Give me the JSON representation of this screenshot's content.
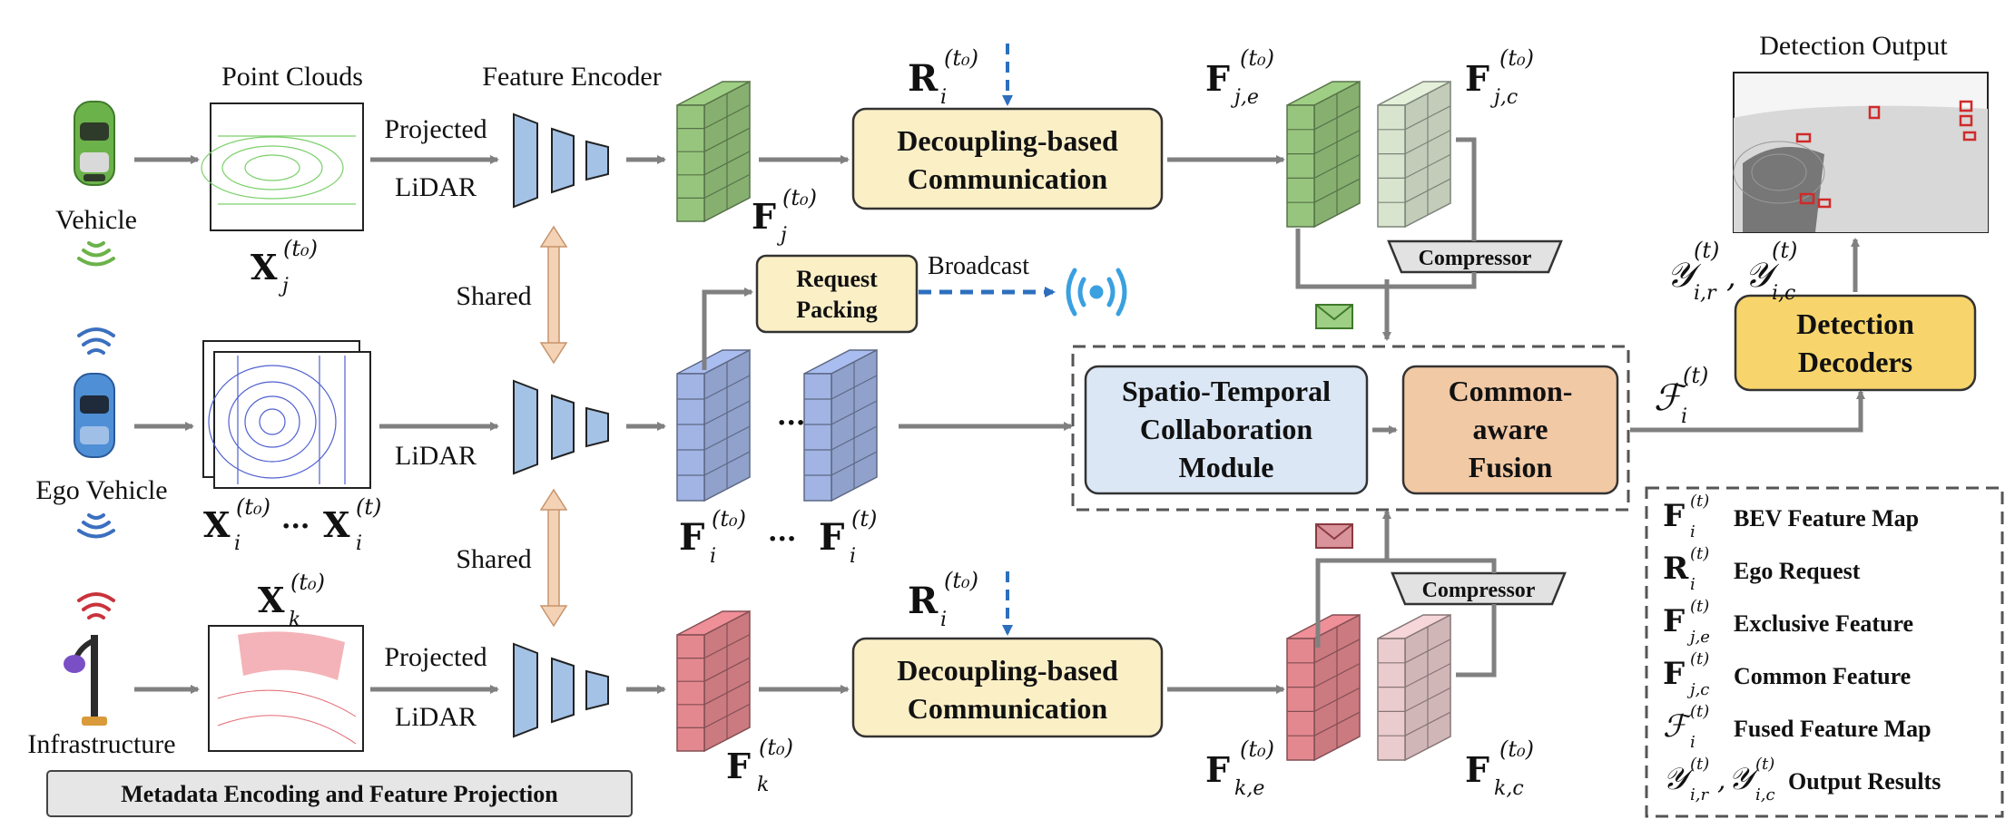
{
  "agents": {
    "vehicle": "Vehicle",
    "ego": "Ego Vehicle",
    "infra": "Infrastructure"
  },
  "headers": {
    "point_clouds": "Point Clouds",
    "feature_encoder": "Feature Encoder",
    "detection_output": "Detection Output"
  },
  "io_labels": {
    "projected_top": "Projected",
    "lidar_top": "LiDAR",
    "lidar_mid": "LiDAR",
    "projected_bot": "Projected",
    "lidar_bot": "LiDAR",
    "shared_top": "Shared",
    "shared_bot": "Shared",
    "broadcast": "Broadcast",
    "ellipsis_mid": "···"
  },
  "symbols": {
    "x_j": "X",
    "x_j_sub": "j",
    "x_j_sup": "(t₀)",
    "x_i_a": "X",
    "x_i_a_sub": "i",
    "x_i_a_sup": "(t₀)",
    "x_i_dots": "···",
    "x_i_b": "X",
    "x_i_b_sub": "i",
    "x_i_b_sup": "(t)",
    "x_k": "X",
    "x_k_sub": "k",
    "x_k_sup": "(t₀)",
    "f_j": "F",
    "f_j_sub": "j",
    "f_j_sup": "(t₀)",
    "f_i_a": "F",
    "f_i_a_sub": "i",
    "f_i_a_sup": "(t₀)",
    "f_i_dots": "···",
    "f_i_b": "F",
    "f_i_b_sub": "i",
    "f_i_b_sup": "(t)",
    "f_k": "F",
    "f_k_sub": "k",
    "f_k_sup": "(t₀)",
    "r_top": "R",
    "r_top_sub": "i",
    "r_top_sup": "(t₀)",
    "r_bot": "R",
    "r_bot_sub": "i",
    "r_bot_sup": "(t₀)",
    "f_je": "F",
    "f_je_sub": "j,e",
    "f_je_sup": "(t₀)",
    "f_jc": "F",
    "f_jc_sub": "j,c",
    "f_jc_sup": "(t₀)",
    "f_ke": "F",
    "f_ke_sub": "k,e",
    "f_ke_sup": "(t₀)",
    "f_kc": "F",
    "f_kc_sub": "k,c",
    "f_kc_sup": "(t₀)",
    "y_out": "𝒴",
    "y_out_sub1": "i,r",
    "y_out_sup": "(t)",
    "y_out_sep": ",",
    "y_out2": "𝒴",
    "y_out_sub2": "i,c",
    "y_out_sup2": "(t)",
    "fused": "ℱ",
    "fused_sub": "i",
    "fused_sup": "(t)"
  },
  "modules": {
    "decoupling_top_l1": "Decoupling-based",
    "decoupling_top_l2": "Communication",
    "decoupling_bot_l1": "Decoupling-based",
    "decoupling_bot_l2": "Communication",
    "request_l1": "Request",
    "request_l2": "Packing",
    "compressor_top": "Compressor",
    "compressor_bot": "Compressor",
    "stcm_l1": "Spatio-Temporal",
    "stcm_l2": "Collaboration",
    "stcm_l3": "Module",
    "fusion_l1": "Common-",
    "fusion_l2": "aware",
    "fusion_l3": "Fusion",
    "decoder_l1": "Detection",
    "decoder_l2": "Decoders",
    "metadata": "Metadata Encoding and Feature Projection"
  },
  "legend": [
    {
      "sym": "F",
      "sub": "i",
      "sup": "(t)",
      "text": "BEV Feature Map"
    },
    {
      "sym": "R",
      "sub": "i",
      "sup": "(t)",
      "text": "Ego Request"
    },
    {
      "sym": "F",
      "sub": "j,e",
      "sup": "(t)",
      "text": "Exclusive Feature"
    },
    {
      "sym": "F",
      "sub": "j,c",
      "sup": "(t)",
      "text": "Common Feature"
    },
    {
      "sym": "ℱ",
      "sub": "i",
      "sup": "(t)",
      "text": "Fused Feature Map"
    },
    {
      "sym": "𝒴",
      "sub": "i,r",
      "sup": "(t)",
      "sym2": "𝒴",
      "sub2": "i,c",
      "sup2": "(t)",
      "sep": ",",
      "text": "Output Results"
    }
  ],
  "colors": {
    "green": "#9fcf84",
    "green_light": "#e4f0da",
    "blue": "#a9bdf0",
    "red": "#ef8f97",
    "red_light": "#f6d6d9",
    "yellow_box": "#fbefc6",
    "blue_box": "#dbe7f5",
    "orange_box": "#f2c9a5",
    "decoder_box": "#f7d56c",
    "arrow": "#808080",
    "dashed_blue": "#2d6fbe",
    "encoder": "#a3c2e6"
  }
}
